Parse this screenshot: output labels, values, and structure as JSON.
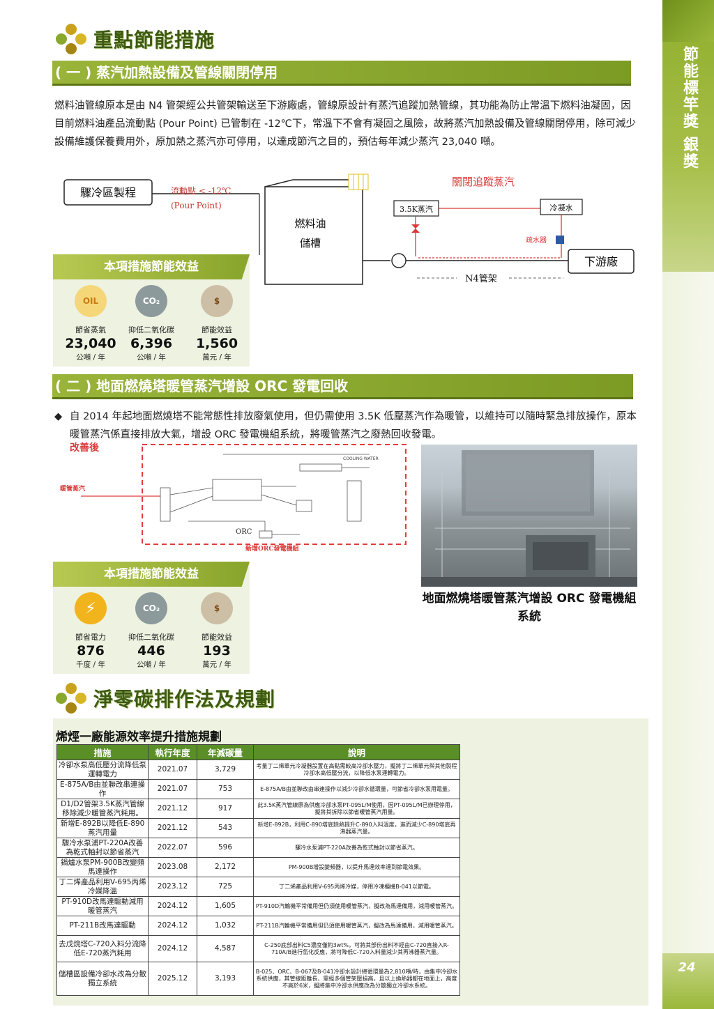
{
  "rail": {
    "text": "節能標竿獎 銀獎",
    "page_number": "24"
  },
  "section1": {
    "title": "重點節能措施"
  },
  "sub1": {
    "title": "( 一 ) 蒸汽加熱設備及管線關閉停用",
    "paragraph": "燃料油管線原本是由 N4 管架經公共管架輸送至下游廠處，管線原設計有蒸汽追蹤加熱管線，其功能為防止常溫下燃料油凝固，因目前燃料油產品流動點 (Pour Point) 已管制在 -12℃下，常溫下不會有凝固之風險，故將蒸汽加熱設備及管線關閉停用，除可減少設備維護保養費用外，原加熱之蒸汽亦可停用，以達成節汽之目的，預估每年減少蒸汽 23,040 噸。"
  },
  "diagram1": {
    "source_box": "驟冷區製程",
    "flow_note_1": "流動點 < -12℃",
    "flow_note_2": "(Pour Point)",
    "tank_1": "燃料油",
    "tank_2": "儲槽",
    "close_label": "關閉追蹤蒸汽",
    "steam_box": "3.5K蒸汽",
    "cond_box": "冷凝水",
    "trap_label": "疏水器",
    "dest_box": "下游廠",
    "rack_label": "N4管架"
  },
  "benefit1": {
    "title": "本項措施節能效益",
    "items": [
      {
        "icon": "oil-icon",
        "icon_text": "OIL",
        "label": "節省蒸氣",
        "value": "23,040",
        "unit": "公噸 / 年"
      },
      {
        "icon": "co2-icon",
        "icon_text": "CO₂",
        "label": "抑低二氧化碳",
        "value": "6,396",
        "unit": "公噸 / 年"
      },
      {
        "icon": "money-icon",
        "icon_text": "$",
        "label": "節能效益",
        "value": "1,560",
        "unit": "萬元 / 年"
      }
    ]
  },
  "sub2": {
    "title": "( 二 ) 地面燃燒塔暖管蒸汽增設 ORC 發電回收",
    "bullet": "自 2014 年起地面燃燒塔不能常態性排放廢氣使用，但仍需使用 3.5K 低壓蒸汽作為暖管，以維持可以隨時緊急排放操作，原本暖管蒸汽係直接排放大氣，增設 ORC 發電機組系統，將暖管蒸汽之廢熱回收發電。"
  },
  "diagram2": {
    "after_label": "改善後",
    "steam_label": "暖管蒸汽",
    "orc_label": "ORC",
    "cooling_water": "COOLING WATER",
    "new_label": "新增ORC發電機組"
  },
  "photo_caption": "地面燃燒塔暖管蒸汽增設 ORC 發電機組系統",
  "benefit2": {
    "title": "本項措施節能效益",
    "items": [
      {
        "icon": "lightning-icon",
        "icon_text": "⚡",
        "label": "節省電力",
        "value": "876",
        "unit": "千度 / 年"
      },
      {
        "icon": "co2-icon",
        "icon_text": "CO₂",
        "label": "抑低二氧化碳",
        "value": "446",
        "unit": "公噸 / 年"
      },
      {
        "icon": "money-icon",
        "icon_text": "$",
        "label": "節能效益",
        "value": "193",
        "unit": "萬元 / 年"
      }
    ]
  },
  "section2": {
    "title": "淨零碳排作法及規劃"
  },
  "table": {
    "title": "烯烴一廠能源效率提升措施規劃",
    "headers": [
      "措施",
      "執行年度",
      "年減碳量",
      "說明"
    ],
    "rows": [
      [
        "冷卻水泵高低壓分流降低泵運轉電力",
        "2021.07",
        "3,729",
        "考量丁二烯單元冷凝器設置在高點需較高冷卻水壓力，擬將丁二烯單元與其他製程冷卻水高低壓分流，以降低水泵運轉電力。"
      ],
      [
        "E-875A/B由並聯改串連操作",
        "2021.07",
        "753",
        "E-875A/B由並聯改由串連操作以減少冷卻水循環量，可節省冷卻水泵用電量。"
      ],
      [
        "D1/D2管架3.5K蒸汽管線移除減少暖管蒸汽耗用。",
        "2021.12",
        "917",
        "此3.5K蒸汽管線原為供應冷卻水泵PT-095L/M使用，因PT-095L/M已辦理停用，擬將其拆除以節省暖管蒸汽用量。"
      ],
      [
        "新增E-892B以降低E-890蒸汽用量",
        "2021.12",
        "543",
        "新增E-892B，利用C-890塔底餘熱提升C-890入料溫度，進而減少C-890塔底再沸器蒸汽量。"
      ],
      [
        "驟冷水泵浦PT-220A改善為乾式軸封以節省蒸汽",
        "2022.07",
        "596",
        "驟冷水泵浦PT-220A改善為乾式軸封以節省蒸汽。"
      ],
      [
        "鍋爐水泵PM-900B改變頻馬達操作",
        "2023.08",
        "2,172",
        "PM-900B增設變頻器，以提升馬達效率達到節電效果。"
      ],
      [
        "丁二烯產品利用V-695丙烯冷媒降溫",
        "2023.12",
        "725",
        "丁二烯產品利用V-695丙烯冷媒，停用冷凍櫃機B-041以節電。"
      ],
      [
        "PT-910D改馬達驅動減用暖管蒸汽",
        "2024.12",
        "1,605",
        "PT-910D汽輪機平常備用但仍須使用暖管蒸汽，擬改為馬達備用，減用暖管蒸汽。"
      ],
      [
        "PT-211B改馬達驅動",
        "2024.12",
        "1,032",
        "PT-211B汽輪機平常備用但仍須使用暖管蒸汽，擬改為馬達備用，減用暖管蒸汽。"
      ],
      [
        "去戊烷塔C-720入料分流降低E-720蒸汽耗用",
        "2024.12",
        "4,587",
        "C-250底部出料C5濃度僅約3wt%，可將其部份出料不經由C-720直接入R-710A/B進行氫化反應，將可降低C-720入料量減少其再沸器蒸汽量。"
      ],
      [
        "儲槽區設備冷卻水改為分散獨立系統",
        "2025.12",
        "3,193",
        "B-025、ORC、B-067及B-041冷卻水設計總循環量為2,810噸/時，由集中冷卻水系統供應，其管線距離長、需經多個管架壓損高，且以上換熱器都在地面上，高度不高於6米，擬將集中冷卻水供應改為分散獨立冷卻水系統。"
      ]
    ]
  },
  "colors": {
    "green_dark": "#5a8f28",
    "green_header": "#8aa82e",
    "red_line": "#e23b3b",
    "panel_bg": "#eef2e0"
  }
}
